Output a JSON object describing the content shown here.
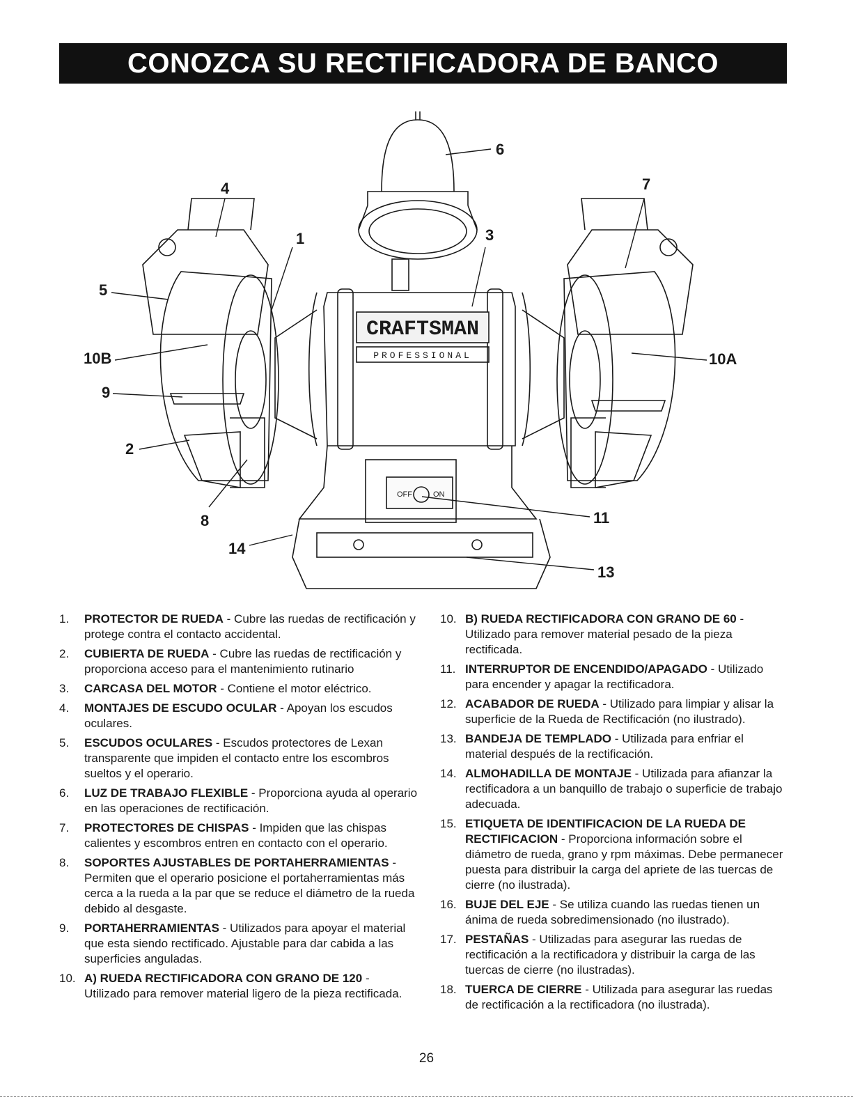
{
  "page": {
    "title": "CONOZCA SU RECTIFICADORA DE BANCO",
    "page_number": "26"
  },
  "figure": {
    "brand": "CRAFTSMAN",
    "brand_sub": "PROFESSIONAL",
    "switch_off": "OFF",
    "switch_on": "ON",
    "callouts": {
      "c1": "1",
      "c2": "2",
      "c3": "3",
      "c4": "4",
      "c5": "5",
      "c6": "6",
      "c7": "7",
      "c8": "8",
      "c9": "9",
      "c10a": "10A",
      "c10b": "10B",
      "c11": "11",
      "c13": "13",
      "c14": "14"
    }
  },
  "items_left": [
    {
      "num": "1.",
      "term": "PROTECTOR DE RUEDA",
      "desc": " - Cubre las ruedas de rectificación y protege contra el contacto accidental."
    },
    {
      "num": "2.",
      "term": "CUBIERTA DE RUEDA",
      "desc": " - Cubre las ruedas de rectificación y proporciona acceso para el mantenimiento rutinario"
    },
    {
      "num": "3.",
      "term": "CARCASA DEL MOTOR",
      "desc": " - Contiene el motor eléctrico."
    },
    {
      "num": "4.",
      "term": "MONTAJES DE ESCUDO OCULAR",
      "desc": " - Apoyan los escudos oculares."
    },
    {
      "num": "5.",
      "term": "ESCUDOS OCULARES",
      "desc": " - Escudos protectores de Lexan transparente que impiden el contacto entre los escombros sueltos y el operario."
    },
    {
      "num": "6.",
      "term": "LUZ DE TRABAJO FLEXIBLE",
      "desc": " - Proporciona ayuda al operario en las operaciones de rectificación."
    },
    {
      "num": "7.",
      "term": "PROTECTORES DE CHISPAS",
      "desc": " - Impiden que las chispas calientes y escombros entren en contacto con el operario."
    },
    {
      "num": "8.",
      "term": "SOPORTES AJUSTABLES DE PORTAHERRAMIENTAS",
      "desc": " - Permiten que el operario posicione el portaherramientas más cerca a la rueda a la par que se reduce el diámetro de la rueda debido al desgaste."
    },
    {
      "num": "9.",
      "term": "PORTAHERRAMIENTAS",
      "desc": " - Utilizados para apoyar el material que esta siendo rectificado. Ajustable para dar cabida a las superficies anguladas."
    },
    {
      "num": "10.",
      "term": "A) RUEDA RECTIFICADORA CON GRANO DE 120",
      "desc": " - Utilizado para remover material ligero de la pieza rectificada."
    }
  ],
  "items_right": [
    {
      "num": "10.",
      "term": "B) RUEDA RECTIFICADORA CON GRANO DE 60",
      "desc": " - Utilizado para remover material pesado de la pieza rectificada."
    },
    {
      "num": "11.",
      "term": "INTERRUPTOR DE ENCENDIDO/APAGADO",
      "desc": " - Utilizado para encender y apagar la rectificadora."
    },
    {
      "num": "12.",
      "term": "ACABADOR DE RUEDA",
      "desc": " - Utilizado para limpiar y alisar la superficie de la Rueda de Rectificación (no ilustrado)."
    },
    {
      "num": "13.",
      "term": "BANDEJA DE TEMPLADO",
      "desc": " - Utilizada para enfriar el material después de la rectificación."
    },
    {
      "num": "14.",
      "term": "ALMOHADILLA DE MONTAJE",
      "desc": " - Utilizada para afianzar la rectificadora a un banquillo de trabajo o superficie de trabajo adecuada."
    },
    {
      "num": "15.",
      "term": "ETIQUETA DE IDENTIFICACION DE LA RUEDA DE RECTIFICACION",
      "desc": " - Proporciona información sobre el diámetro de rueda, grano y rpm máximas. Debe permanecer puesta para distribuir la carga del apriete de las tuercas de cierre (no ilustrada)."
    },
    {
      "num": "16.",
      "term": "BUJE DEL EJE",
      "desc": " - Se utiliza cuando las ruedas tienen un ánima de rueda sobredimensionado (no ilustrado)."
    },
    {
      "num": "17.",
      "term": "PESTAÑAS",
      "desc": " - Utilizadas para asegurar las ruedas de rectificación a la rectificadora y distribuir la carga de las tuercas de cierre (no ilustradas)."
    },
    {
      "num": "18.",
      "term": "TUERCA DE CIERRE",
      "desc": " - Utilizada para asegurar las ruedas de rectificación a la rectificadora (no ilustrada)."
    }
  ]
}
